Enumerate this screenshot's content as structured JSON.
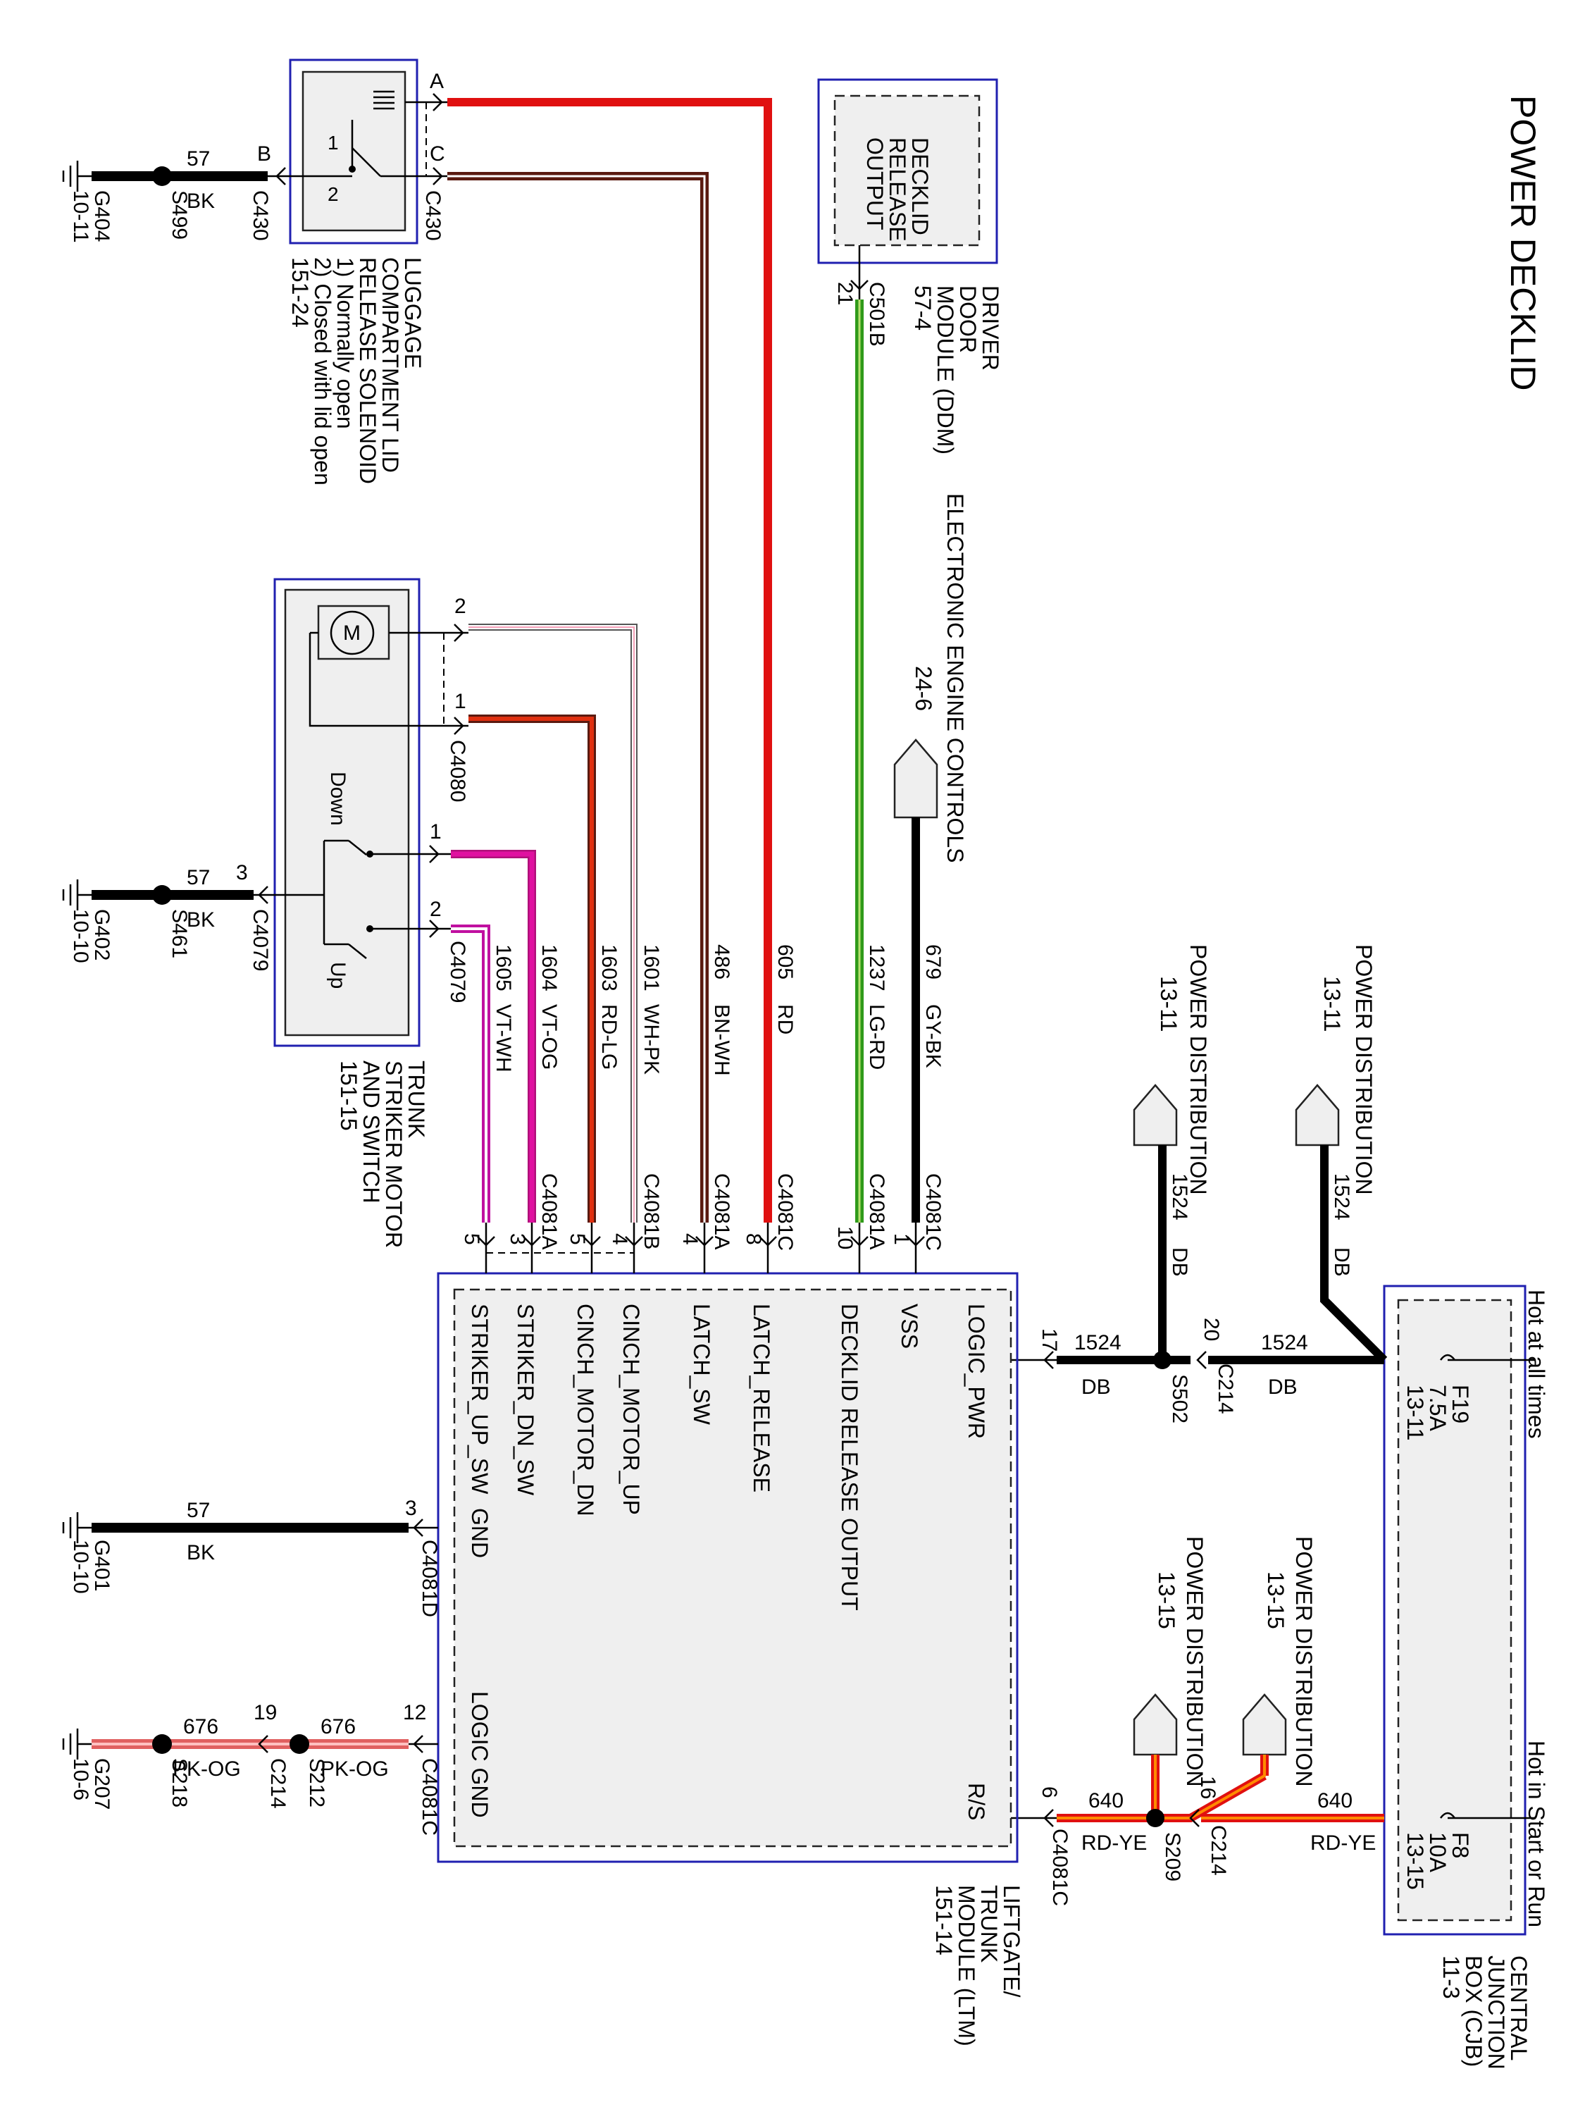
{
  "title": "POWER DECKLID",
  "colors": {
    "box_border": "#2020b0",
    "red": "#e01010",
    "brown": "#5a1a10",
    "green": "#2f9a1a",
    "magenta": "#e010a0",
    "pink": "#ff66c8",
    "orange": "#ff8a00",
    "salmon": "#f49090"
  },
  "modules": {
    "cjb": {
      "name": [
        "CENTRAL",
        "JUNCTION",
        "BOX (CJB)",
        "11-3"
      ],
      "hot_always": "Hot at all times",
      "hot_start_run": "Hot in Start or Run",
      "f19": [
        "F19",
        "7.5A",
        "13-11"
      ],
      "f8": [
        "F8",
        "10A",
        "13-15"
      ]
    },
    "ltm": {
      "name": [
        "LIFTGATE/",
        "TRUNK",
        "MODULE (LTM)",
        "151-14"
      ],
      "logic_pwr": "LOGIC_PWR",
      "vss": "VSS",
      "decklid_release_output": "DECKLID RELEASE OUTPUT",
      "latch_release": "LATCH_RELEASE",
      "latch_sw": "LATCH_SW",
      "cinch_motor_up": "CINCH_MOTOR_UP",
      "cinch_motor_dn": "CINCH_MOTOR_DN",
      "striker_dn_sw": "STRIKER_DN_SW",
      "striker_up_sw": "STRIKER_UP_SW",
      "gnd": "GND",
      "logic_gnd": "LOGIC GND",
      "rs": "R/S"
    },
    "ddm": {
      "name": [
        "DRIVER",
        "DOOR",
        "MODULE (DDM)",
        "57-4"
      ],
      "inner": [
        "DECKLID",
        "RELEASE",
        "OUTPUT"
      ]
    },
    "solenoid": {
      "name": [
        "LUGGAGE",
        "COMPARTMENT LID",
        "RELEASE SOLENOID",
        "1) Normally open",
        "2) Closed with lid open",
        "151-24"
      ]
    },
    "striker": {
      "name": [
        "TRUNK",
        "STRIKER MOTOR",
        "AND SWITCH",
        "151-15"
      ],
      "down": "Down",
      "up": "Up",
      "motor": "M"
    }
  },
  "refs": {
    "pd_1311": [
      "POWER DISTRIBUTION",
      "13-11"
    ],
    "pd_1315": [
      "POWER DISTRIBUTION",
      "13-15"
    ],
    "eec": [
      "ELECTRONIC ENGINE CONTROLS",
      "24-6"
    ]
  },
  "wires": {
    "w1524": {
      "circuit": "1524",
      "color": "DB"
    },
    "w640": {
      "circuit": "640",
      "color": "RD-YE"
    },
    "w679": {
      "circuit": "679",
      "color": "GY-BK"
    },
    "w1237": {
      "circuit": "1237",
      "color": "LG-RD"
    },
    "w605": {
      "circuit": "605",
      "color": "RD"
    },
    "w486": {
      "circuit": "486",
      "color": "BN-WH"
    },
    "w1601": {
      "circuit": "1601",
      "color": "WH-PK"
    },
    "w1603": {
      "circuit": "1603",
      "color": "RD-LG"
    },
    "w1604": {
      "circuit": "1604",
      "color": "VT-OG"
    },
    "w1605": {
      "circuit": "1605",
      "color": "VT-WH"
    },
    "w57": {
      "circuit": "57",
      "color": "BK"
    },
    "w676": {
      "circuit": "676",
      "color": "PK-OG"
    }
  },
  "connectors": {
    "c214": "C214",
    "c4081c": "C4081C",
    "c4081a": "C4081A",
    "c4081b": "C4081B",
    "c4081d": "C4081D",
    "c501b": "C501B",
    "c430": "C430",
    "c4080": "C4080",
    "c4079": "C4079"
  },
  "splices": {
    "s502": "S502",
    "s209": "S209",
    "s499": "S499",
    "s461": "S461",
    "s218": "S218",
    "s212": "S212"
  },
  "grounds": {
    "g404": [
      "G404",
      "10-11"
    ],
    "g402": [
      "G402",
      "10-10"
    ],
    "g401": [
      "G401",
      "10-10"
    ],
    "g207": [
      "G207",
      "10-6"
    ]
  },
  "pins": {
    "p17": "17",
    "p20": "20",
    "p6": "6",
    "p16": "16",
    "p1": "1",
    "p10": "10",
    "p8": "8",
    "p4": "4",
    "p5": "5",
    "p3": "3",
    "p21": "21",
    "p2": "2",
    "p12": "12",
    "p19": "19",
    "pA": "A",
    "pB": "B",
    "pC": "C"
  }
}
